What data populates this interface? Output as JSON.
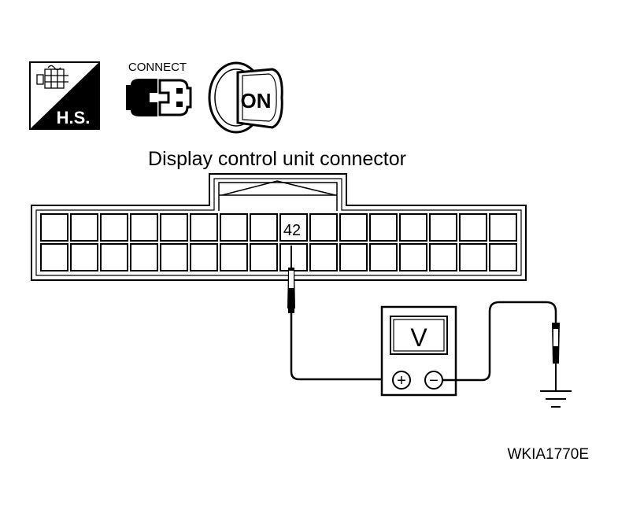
{
  "icons": {
    "harness_side_label": "H.S.",
    "connect_label": "CONNECT",
    "ignition_label": "ON"
  },
  "connector": {
    "title": "Display control unit connector",
    "terminal": "42"
  },
  "meter": {
    "display": "V",
    "plus_symbol": "+",
    "minus_symbol": "−"
  },
  "figure_code": "WKIA1770E"
}
